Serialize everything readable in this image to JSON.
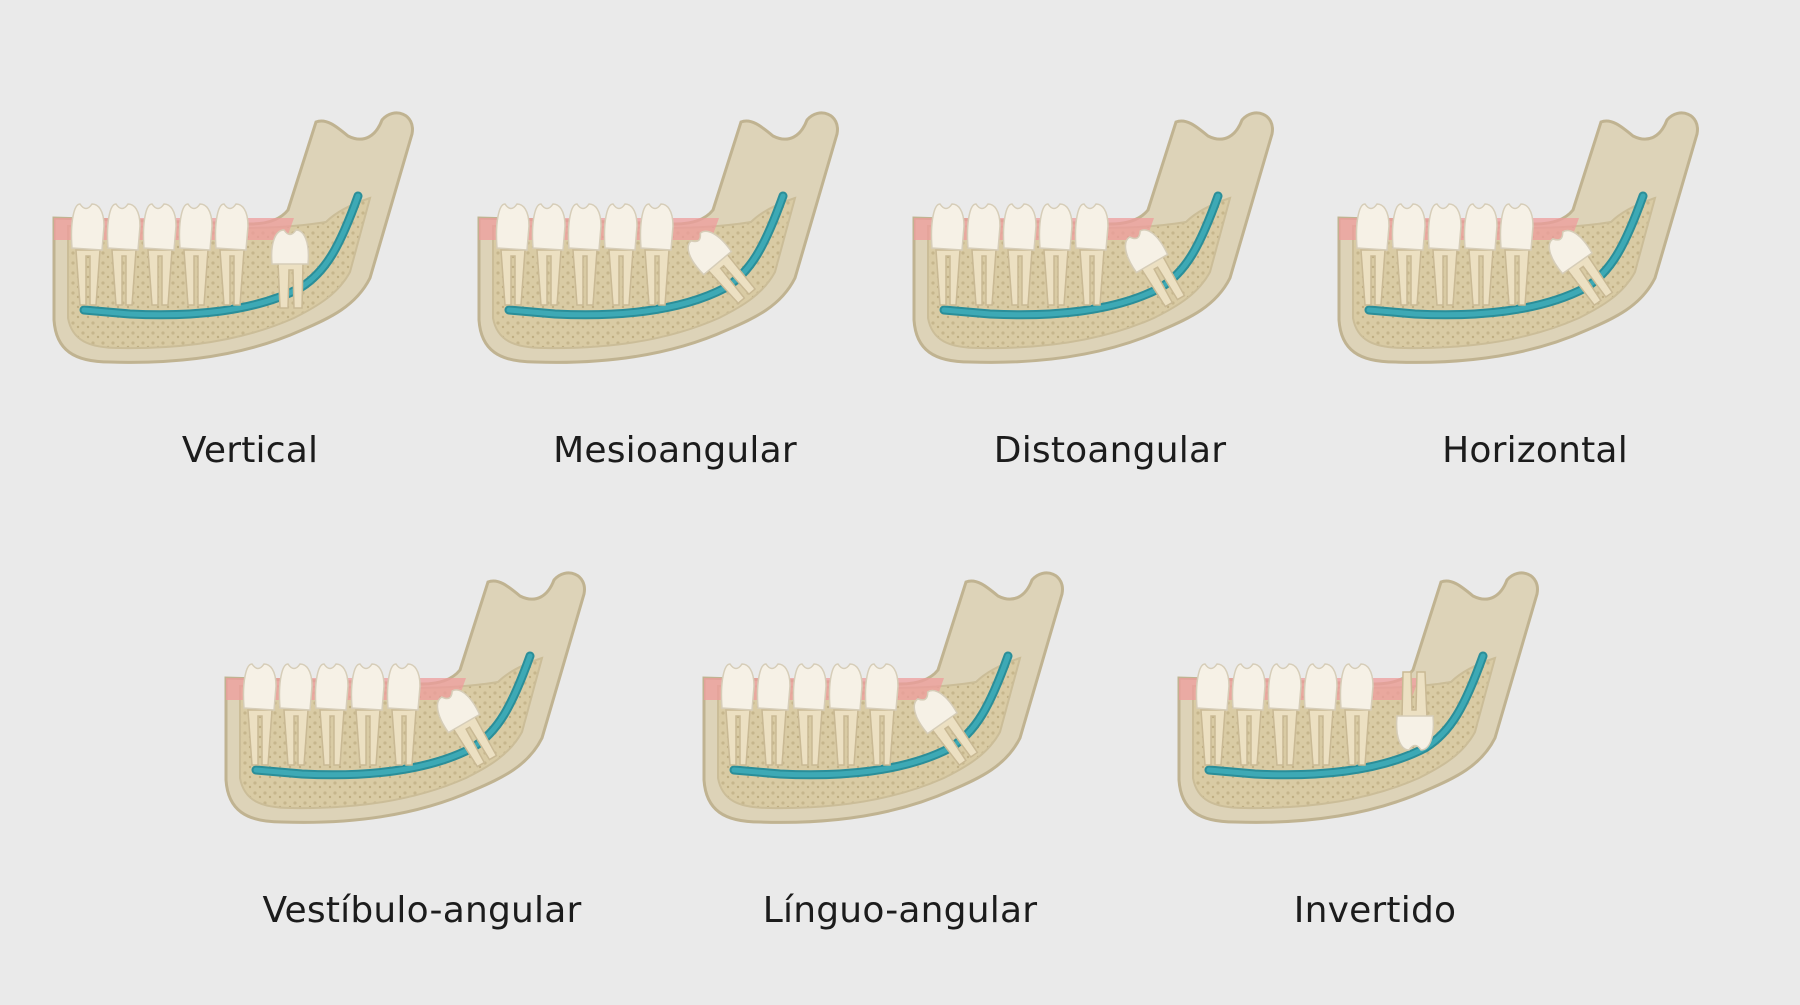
{
  "diagram": {
    "colors": {
      "background": "#eaeaea",
      "bone": "#ddd3b8",
      "bone_outline": "#c0b391",
      "cancellous": "#d9cba4",
      "gum": "#ee9c9c",
      "tooth": "#f6f1e6",
      "root": "#ece0c2",
      "nerve_canal": "#3da9b5"
    },
    "panels": [
      {
        "label": "Vertical",
        "impaction_angle_deg": 0
      },
      {
        "label": "Mesioangular",
        "impaction_angle_deg": -40
      },
      {
        "label": "Distoangular",
        "impaction_angle_deg": -30
      },
      {
        "label": "Horizontal",
        "impaction_angle_deg": -35
      },
      {
        "label": "Vestíbulo-angular",
        "impaction_angle_deg": -30
      },
      {
        "label": "Línguo-angular",
        "impaction_angle_deg": -35
      },
      {
        "label": "Invertido",
        "impaction_angle_deg": 180
      }
    ]
  }
}
